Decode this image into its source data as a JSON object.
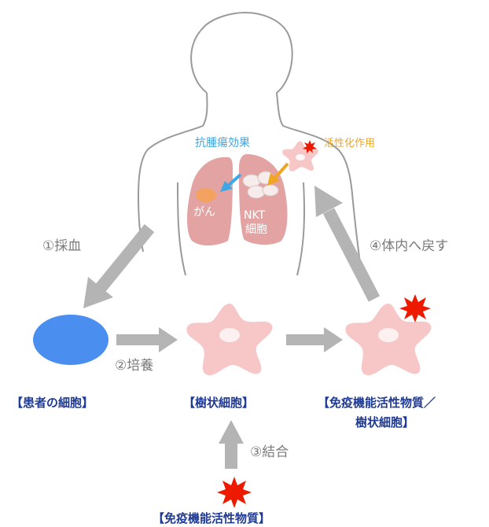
{
  "body_labels": {
    "antitumor_effect": "抗腫瘍効果",
    "activation": "活性化作用",
    "cancer": "がん",
    "nkt_line1": "NKT",
    "nkt_line2": "細胞"
  },
  "steps": {
    "step1": "①採血",
    "step2": "②培養",
    "step3": "③結合",
    "step4": "④体内へ戻す"
  },
  "captions": {
    "patient_cells": "【患者の細胞】",
    "dendritic_cells": "【樹状細胞】",
    "activated_line1": "【免疫機能活性物質／",
    "activated_line2": "樹状細胞】",
    "substance": "【免疫機能活性物質】"
  },
  "colors": {
    "outline": "#9a9a9a",
    "lung": "#e3a3a3",
    "dendritic": "#f7c6c6",
    "patient_cell": "#4a8ff0",
    "arrow_gray": "#b4b4b4",
    "arrow_blue": "#3ea8e6",
    "arrow_orange": "#f0a624",
    "star": "#ee1a00",
    "caption": "#1f3a93",
    "effect_text": "#3aa6e0",
    "activation_text": "#f0a624"
  }
}
